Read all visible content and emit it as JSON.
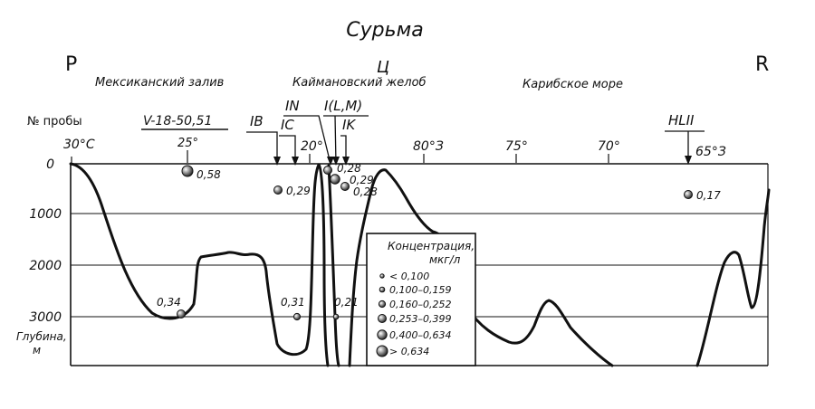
{
  "title": "Сурьма",
  "section_start": "P",
  "section_mid": "Ц",
  "section_end": "R",
  "regions": [
    {
      "name": "Мексиканский залив"
    },
    {
      "name": "Каймановский желоб"
    },
    {
      "name": "Карибское море"
    }
  ],
  "sample_label": "№ пробы",
  "stations": [
    {
      "label": "V-18-50,51",
      "lon": 23.5,
      "sub": "25°"
    },
    {
      "label": "IB",
      "lon": 19.0
    },
    {
      "label": "IC",
      "lon": 18.0
    },
    {
      "label": "IN",
      "lon": 17.0
    },
    {
      "label": "I(L,M)",
      "lon": 16.6
    },
    {
      "label": "IK",
      "lon": 15.8
    },
    {
      "label": "HLII",
      "lon": 3.0
    }
  ],
  "lon_ticks": [
    {
      "label": "30°С",
      "pos": "start"
    },
    {
      "label": "20°"
    },
    {
      "label": "80°З"
    },
    {
      "label": "75°"
    },
    {
      "label": "70°"
    },
    {
      "label": "65°З"
    }
  ],
  "depth_axis": {
    "ticks": [
      "0",
      "1000",
      "2000",
      "3000"
    ],
    "label_line1": "Глубина,",
    "label_line2": "м",
    "range": [
      0,
      4000
    ],
    "grid": true
  },
  "samples": [
    {
      "value": "0,58",
      "depth": 150,
      "class": 5
    },
    {
      "value": "0,29",
      "depth": 550,
      "class": 3
    },
    {
      "value": "0,28",
      "depth": 100,
      "class": 3
    },
    {
      "value": "0,29",
      "depth": 300,
      "class": 4
    },
    {
      "value": "0,28",
      "depth": 450,
      "class": 3
    },
    {
      "value": "0,17",
      "depth": 650,
      "class": 3
    },
    {
      "value": "0,34",
      "depth": 2950,
      "class": 3
    },
    {
      "value": "0,31",
      "depth": 3000,
      "class": 2
    },
    {
      "value": "0,21",
      "depth": 3000,
      "class": 1
    }
  ],
  "legend": {
    "title_line1": "Концентрация,",
    "title_line2": "мкг/л",
    "classes": [
      "< 0,100",
      "0,100–0,159",
      "0,160–0,252",
      "0,253–0,399",
      "0,400–0,634",
      "> 0,634"
    ]
  }
}
